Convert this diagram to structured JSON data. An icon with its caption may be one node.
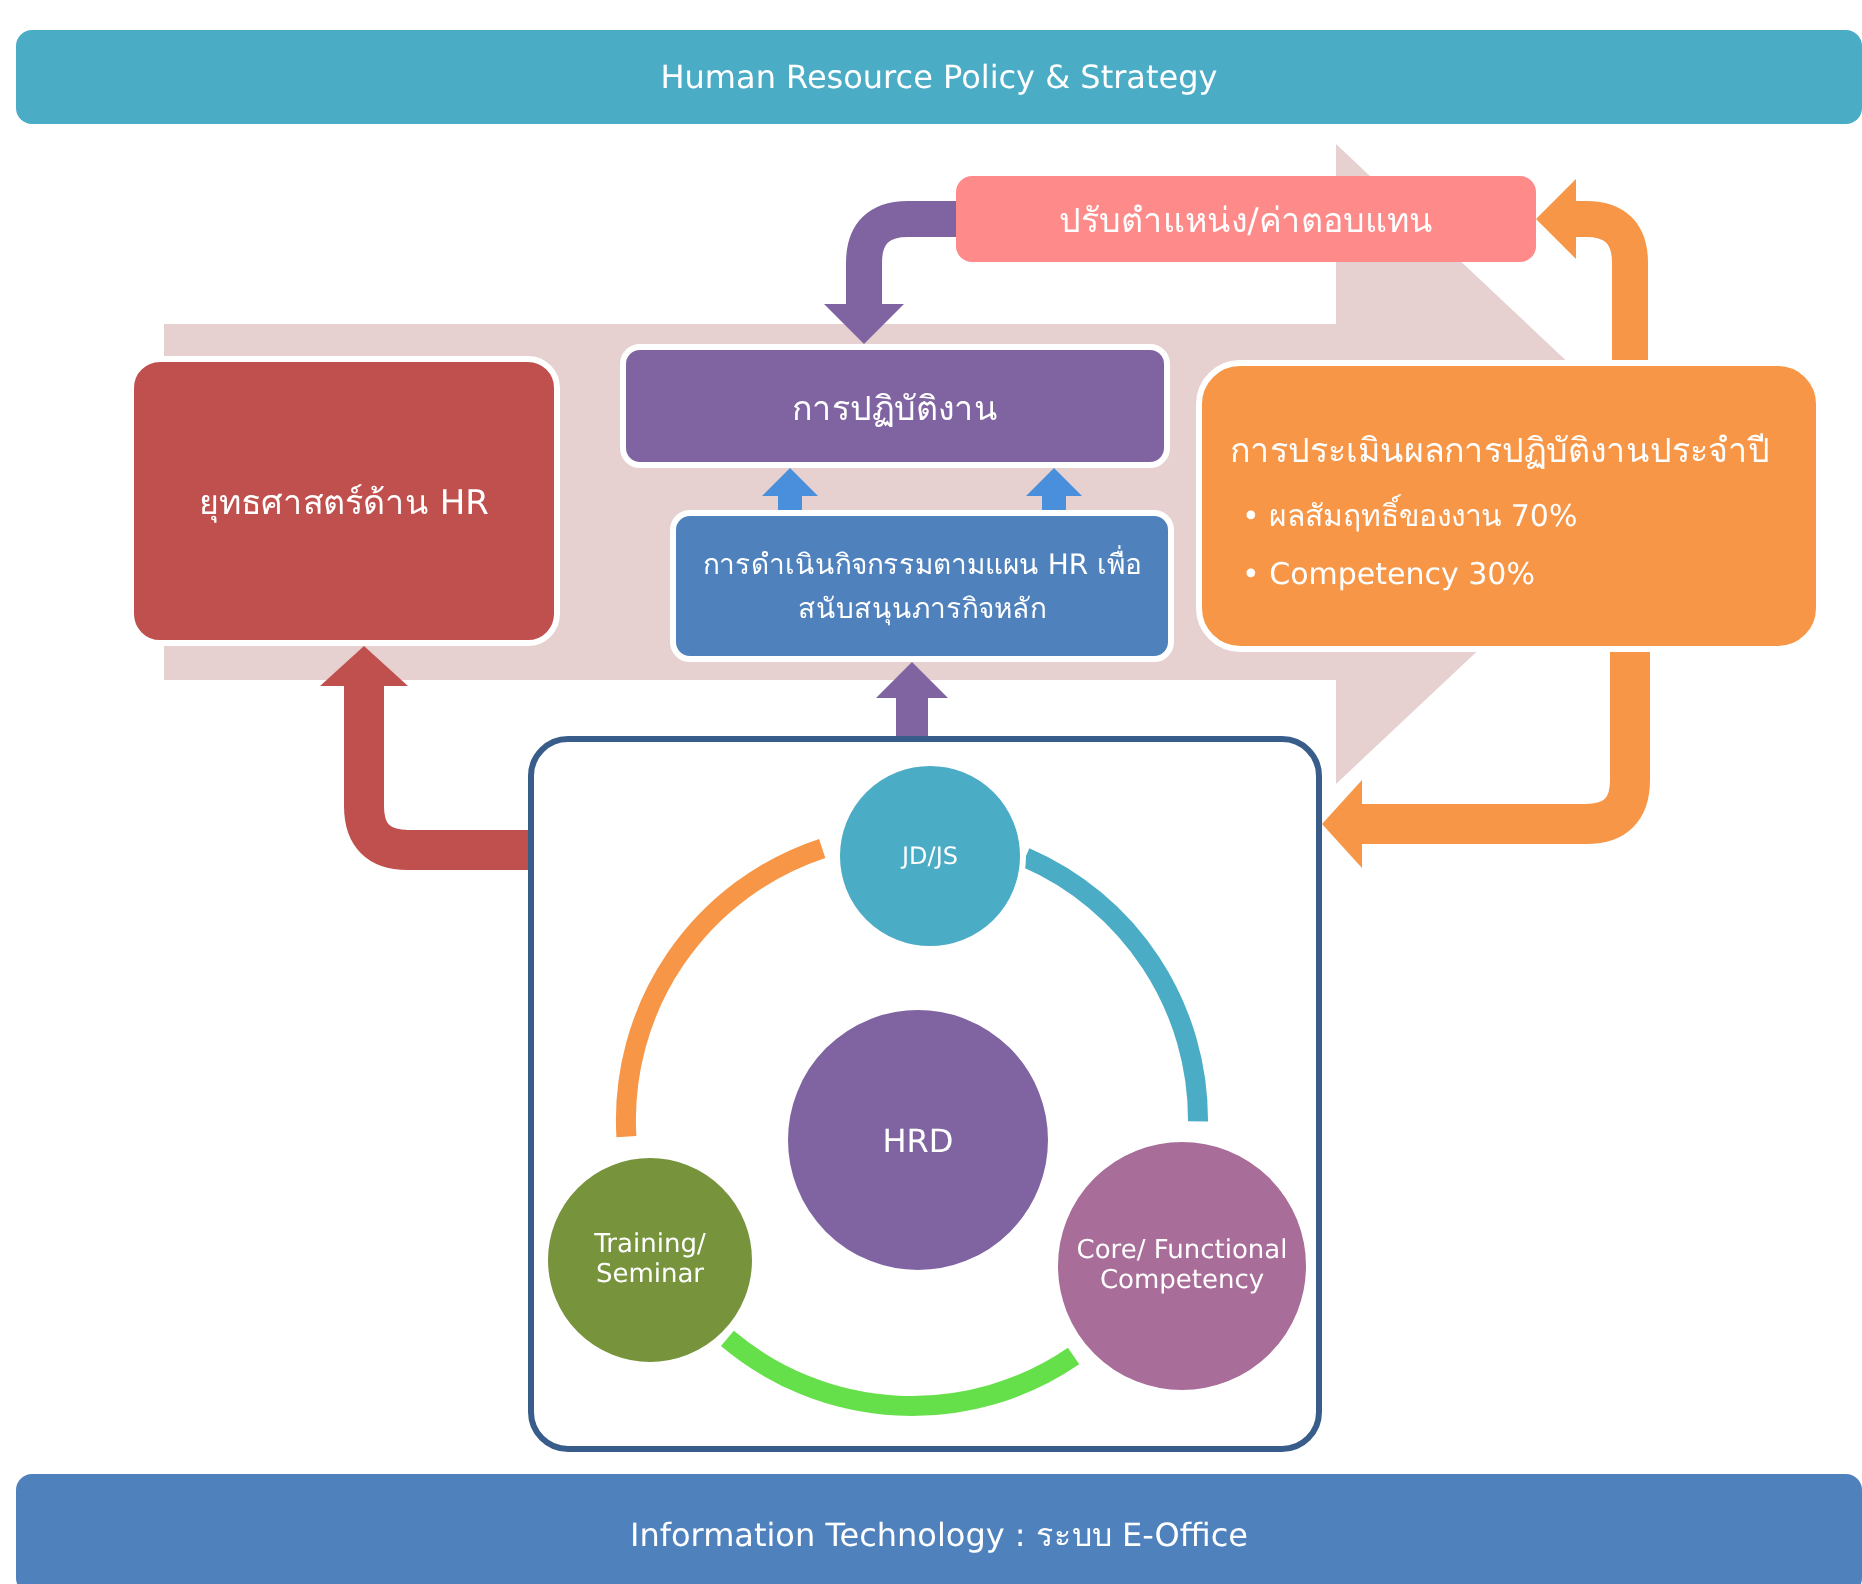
{
  "diagram": {
    "nodes": [
      {
        "text": [
          "Human Resource Policy & Strategy"
        ]
      },
      {
        "text": [
          "ปรับตำแหน่ง/ค่าตอบแทน"
        ]
      },
      {
        "text": [
          "ยุทธศาสตร์ด้าน HR"
        ]
      },
      {
        "text": [
          "การปฏิบัติงาน"
        ]
      },
      {
        "text": [
          "การดำเนินกิจกรรมตามแผน HR เพื่อสนับสนุนภารกิจหลัก"
        ]
      },
      {
        "text": [
          "การประเมินผลการปฏิบัติงานประจำปี",
          "• ผลสัมฤทธิ์ของงาน 70%",
          "• Competency 30%"
        ]
      },
      {
        "text": [],
        "shape": "box"
      },
      {
        "text": [
          "JD/JS"
        ],
        "in": 6
      },
      {
        "text": [
          "HRD"
        ],
        "in": 6
      },
      {
        "text": [
          "Training/ Seminar"
        ],
        "in": 6
      },
      {
        "text": [
          "Core/ Functional Competency"
        ],
        "in": 6
      },
      {
        "text": [
          "Information Technology : ระบบ E-Office"
        ]
      }
    ],
    "edges": [
      {
        "from": 1,
        "to": 3,
        "arrow": "to",
        "color": "#8064a2"
      },
      {
        "from": 5,
        "to": 1,
        "arrow": "to",
        "color": "#f79646"
      },
      {
        "from": 5,
        "to": 6,
        "arrow": "to",
        "color": "#f79646"
      },
      {
        "from": 6,
        "to": 2,
        "arrow": "to",
        "color": "#c0504d"
      },
      {
        "from": 6,
        "to": 4,
        "arrow": "to",
        "color": "#8064a2"
      },
      {
        "from": 4,
        "to": 3,
        "arrow": "to",
        "color": "#4a8fdb"
      },
      {
        "from": 4,
        "to": 3,
        "arrow": "to",
        "color": "#4a8fdb"
      },
      {
        "from": 7,
        "to": 10,
        "arrow": "none",
        "color": "#4bacc6"
      },
      {
        "from": 10,
        "to": 9,
        "arrow": "none",
        "color": "#66e04a"
      },
      {
        "from": 9,
        "to": 7,
        "arrow": "none",
        "color": "#f79646"
      },
      {
        "from": 2,
        "to": 5,
        "arrow": "to",
        "color": "#e6d0d0"
      }
    ]
  }
}
